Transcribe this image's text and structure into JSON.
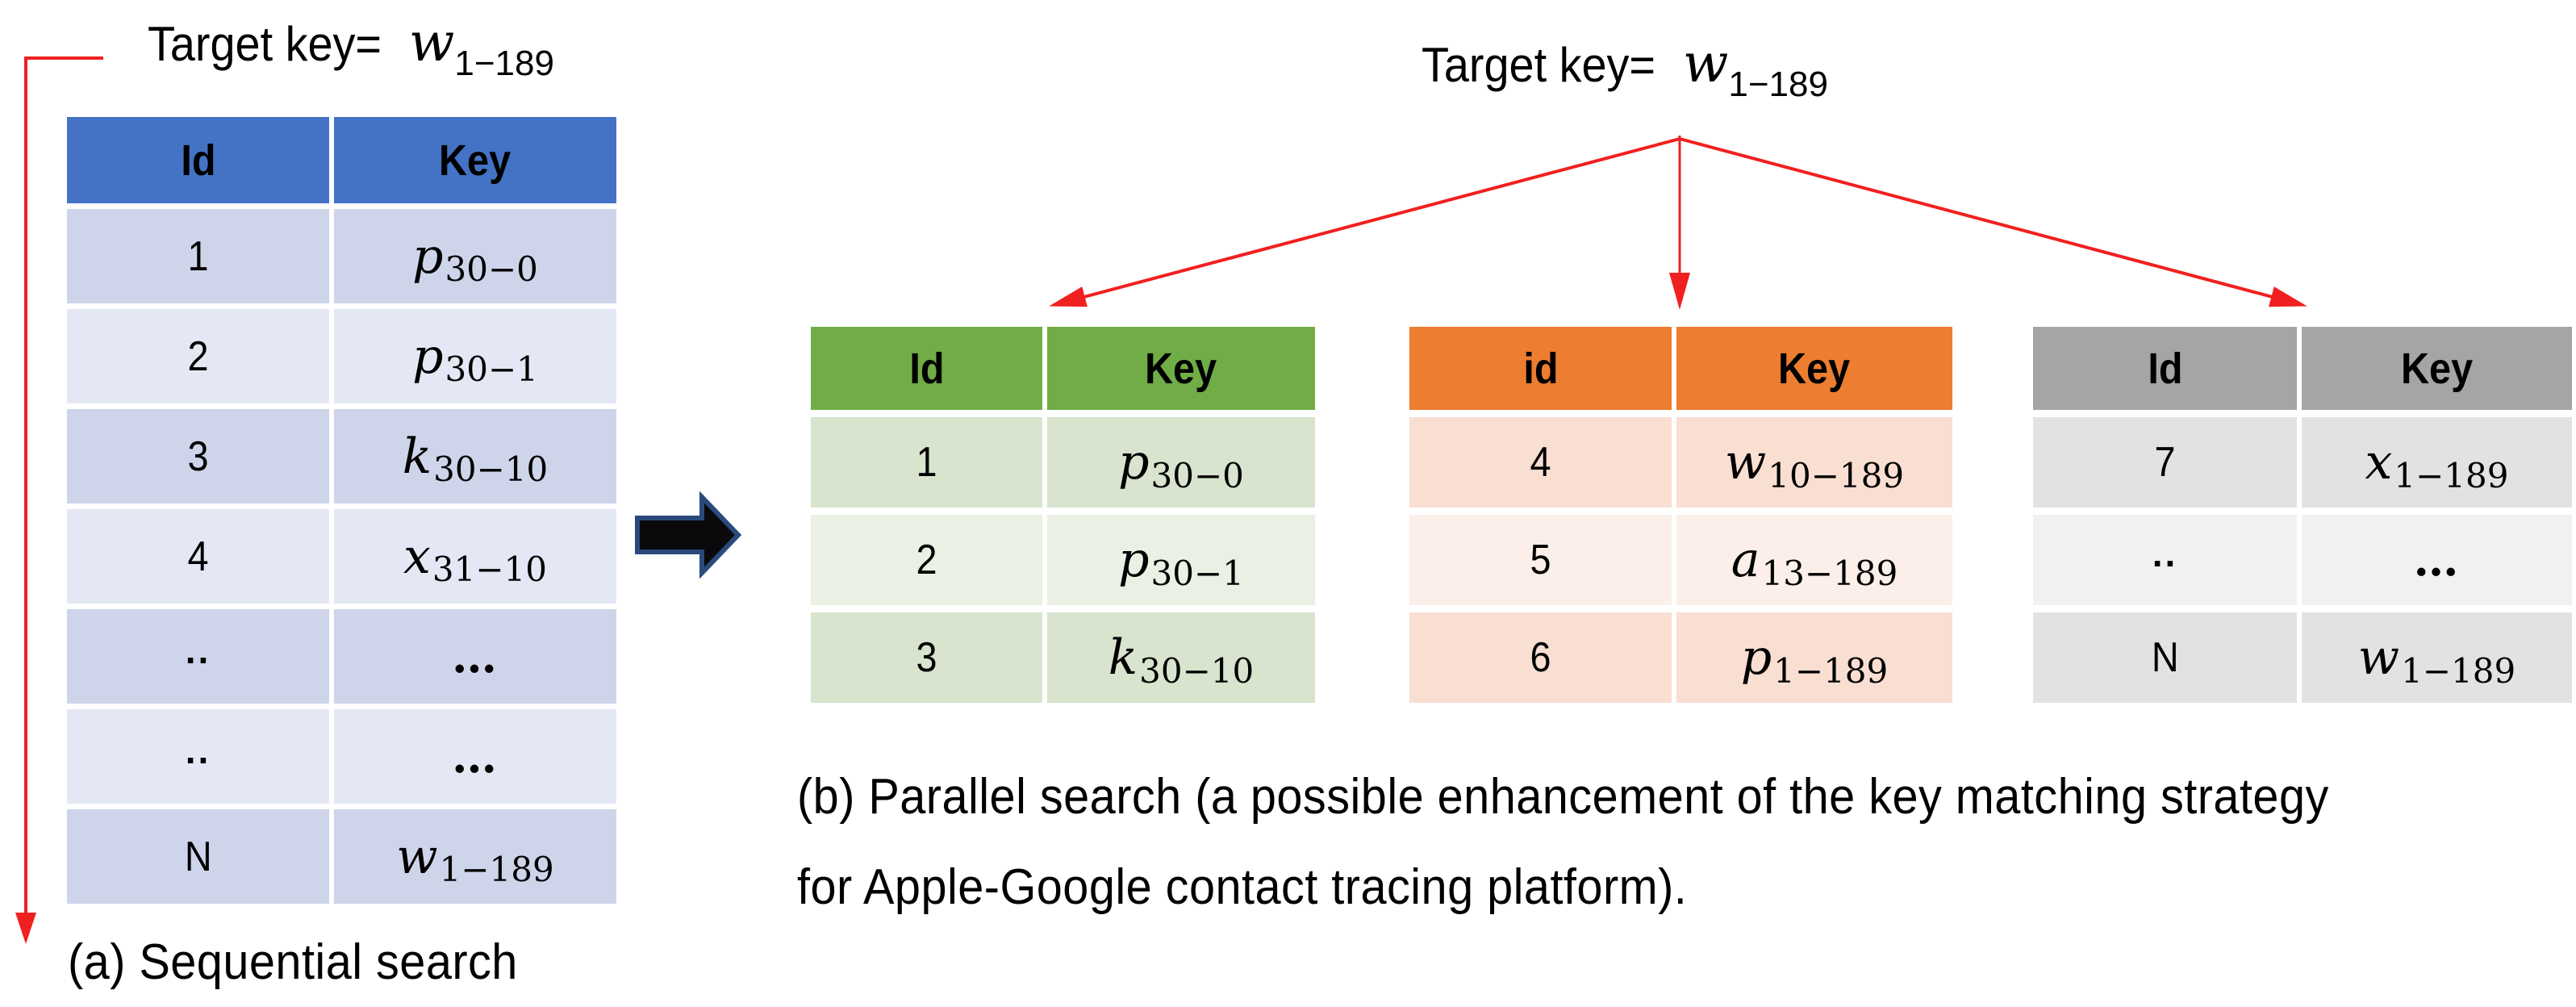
{
  "page": {
    "target_key": {
      "label": "Target key=",
      "base": "w",
      "sub": "1−189"
    },
    "captions": {
      "a": "(a) Sequential search",
      "b_line1": "(b) Parallel search (a possible enhancement of the key matching strategy",
      "b_line2": "for Apple-Google contact tracing platform)."
    },
    "arrow_colors": {
      "red": "#f12020",
      "black_fill": "#0a0a0c",
      "black_stroke": "#2a4a7c"
    }
  },
  "tables": [
    {
      "name": "sequential-search-table",
      "header": {
        "id": "Id",
        "key": "Key"
      },
      "colors": {
        "header_bg": "#4472c4",
        "header_text": "#000000",
        "row_odd": "#ced4e9",
        "row_even": "#e4e8f4"
      },
      "rows": [
        {
          "id": "1",
          "key_base": "p",
          "key_sub": "30−0"
        },
        {
          "id": "2",
          "key_base": "p",
          "key_sub": "30−1"
        },
        {
          "id": "3",
          "key_base": "k",
          "key_sub": "30−10"
        },
        {
          "id": "4",
          "key_base": "x",
          "key_sub": "31−10"
        },
        {
          "id": "..",
          "key_base": "…",
          "key_sub": ""
        },
        {
          "id": "..",
          "key_base": "…",
          "key_sub": ""
        },
        {
          "id": "N",
          "key_base": "w",
          "key_sub": "1−189"
        }
      ]
    },
    {
      "name": "parallel-shard-table-green",
      "header": {
        "id": "Id",
        "key": "Key"
      },
      "colors": {
        "header_bg": "#70ad47",
        "header_text": "#000000",
        "row_odd": "#d8e4cd",
        "row_even": "#eaf0e3"
      },
      "rows": [
        {
          "id": "1",
          "key_base": "p",
          "key_sub": "30−0"
        },
        {
          "id": "2",
          "key_base": "p",
          "key_sub": "30−1"
        },
        {
          "id": "3",
          "key_base": "k",
          "key_sub": "30−10"
        }
      ]
    },
    {
      "name": "parallel-shard-table-orange",
      "header": {
        "id": "id",
        "key": "Key"
      },
      "colors": {
        "header_bg": "#ed7d31",
        "header_text": "#000000",
        "row_odd": "#f9ded2",
        "row_even": "#fcefe9"
      },
      "rows": [
        {
          "id": "4",
          "key_base": "w",
          "key_sub": "10−189"
        },
        {
          "id": "5",
          "key_base": "a",
          "key_sub": "13−189"
        },
        {
          "id": "6",
          "key_base": "p",
          "key_sub": "1−189"
        }
      ]
    },
    {
      "name": "parallel-shard-table-gray",
      "header": {
        "id": "Id",
        "key": "Key"
      },
      "colors": {
        "header_bg": "#a5a5a5",
        "header_text": "#000000",
        "row_odd": "#e2e2e2",
        "row_even": "#f1f1f1"
      },
      "rows": [
        {
          "id": "7",
          "key_base": "x",
          "key_sub": "1−189"
        },
        {
          "id": "..",
          "key_base": "…",
          "key_sub": ""
        },
        {
          "id": "N",
          "key_base": "w",
          "key_sub": "1−189"
        }
      ]
    }
  ]
}
